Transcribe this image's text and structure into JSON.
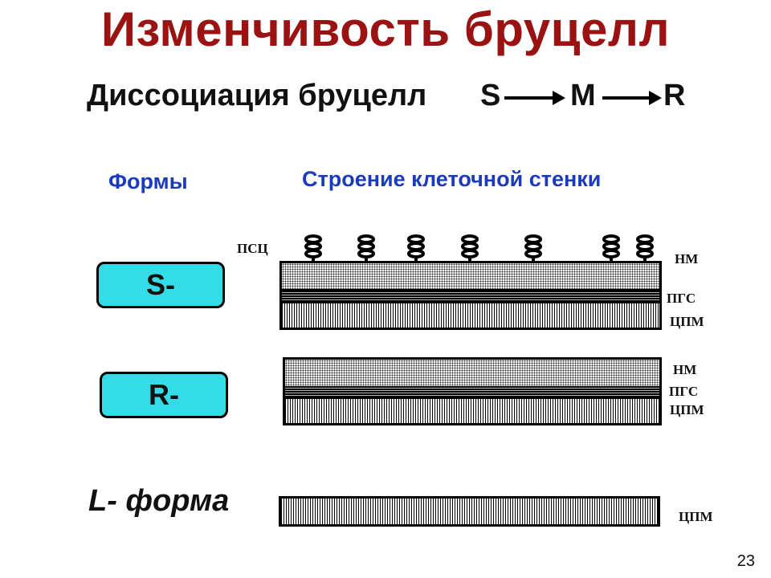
{
  "title": "Изменчивость бруцелл",
  "subtitle": {
    "prefix": "Диссоциация бруцелл",
    "s": "S",
    "m": "M",
    "r": "R"
  },
  "headers": {
    "forms": "Формы",
    "structure": "Строение клеточной стенки"
  },
  "forms": {
    "s": "S-",
    "r": "R-",
    "l": "L- форма"
  },
  "labels": {
    "psc": "ПСЦ",
    "nm": "НМ",
    "pgs": "ПГС",
    "cpm": "ЦПМ"
  },
  "page_number": "23"
}
